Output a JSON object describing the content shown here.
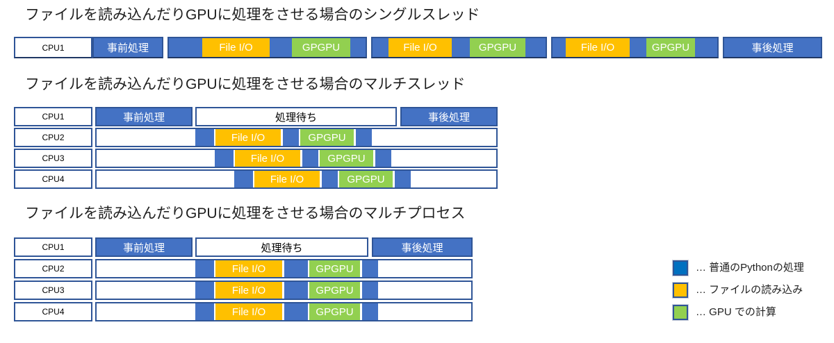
{
  "sections": {
    "single_thread": {
      "title": "ファイルを読み込んだりGPUに処理をさせる場合のシングルスレッド"
    },
    "multi_thread": {
      "title": "ファイルを読み込んだりGPUに処理をさせる場合のマルチスレッド"
    },
    "multi_process": {
      "title": "ファイルを読み込んだりGPUに処理をさせる場合のマルチプロセス"
    }
  },
  "cpu_labels": [
    "CPU1",
    "CPU2",
    "CPU3",
    "CPU4"
  ],
  "labels": {
    "pre_processing": "事前処理",
    "post_processing": "事後処理",
    "waiting": "処理待ち",
    "file_io": "File I/O",
    "gpgpu": "GPGPU"
  },
  "legend": {
    "items": [
      {
        "name": "python",
        "color": "#0070C0",
        "label": "… 普通のPythonの処理"
      },
      {
        "name": "file-read",
        "color": "#FFC000",
        "label": "… ファイルの読み込み"
      },
      {
        "name": "gpu-compute",
        "color": "#92D050",
        "label": "… GPU での計算"
      }
    ]
  },
  "colors": {
    "python_blue": "#4472C4",
    "file_io_orange": "#FFC000",
    "gpu_green": "#92D050",
    "border_blue": "#2F5597",
    "legend_python_blue": "#0070C0"
  }
}
